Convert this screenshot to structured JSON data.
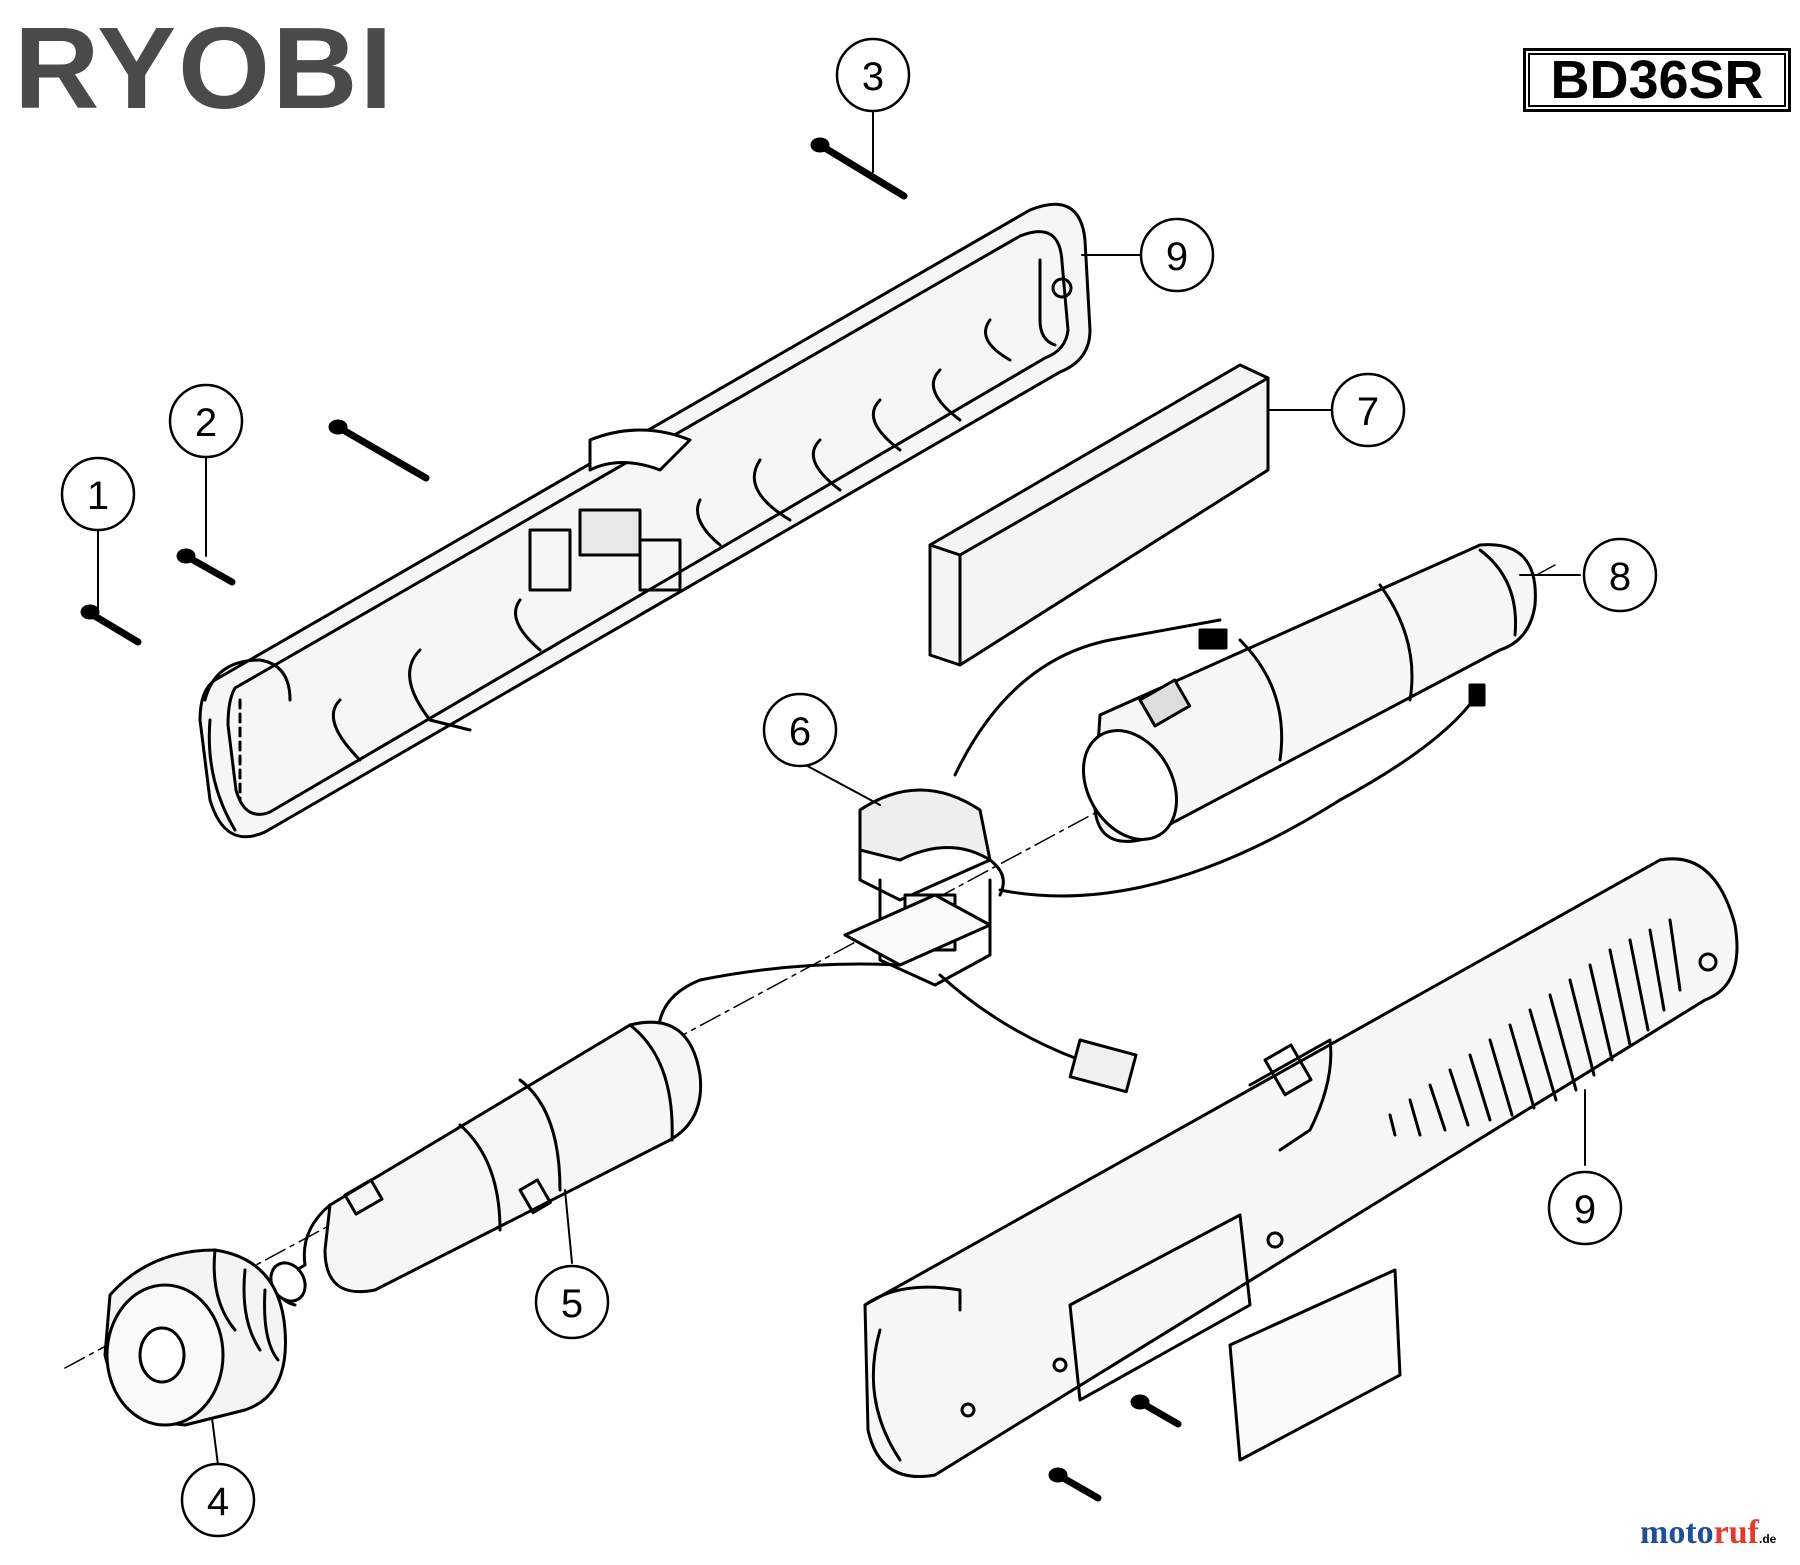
{
  "header": {
    "brand": "RYOBI",
    "model": "BD36SR"
  },
  "callouts": [
    {
      "id": "c1",
      "label": "1"
    },
    {
      "id": "c2",
      "label": "2"
    },
    {
      "id": "c3",
      "label": "3"
    },
    {
      "id": "c4",
      "label": "4"
    },
    {
      "id": "c5",
      "label": "5"
    },
    {
      "id": "c6",
      "label": "6"
    },
    {
      "id": "c7",
      "label": "7"
    },
    {
      "id": "c8",
      "label": "8"
    },
    {
      "id": "c9a",
      "label": "9"
    },
    {
      "id": "c9b",
      "label": "9"
    }
  ],
  "watermark": {
    "prefix": "moto",
    "suffix": "ruf",
    "tld": ".de",
    "colors": {
      "prefix": "#1f4e9c",
      "suffix": "#e6392a"
    }
  },
  "colors": {
    "ink": "#000000",
    "brand_gray": "#4a4a4a",
    "paper": "#ffffff",
    "part_fill": "#f2f2f2"
  }
}
